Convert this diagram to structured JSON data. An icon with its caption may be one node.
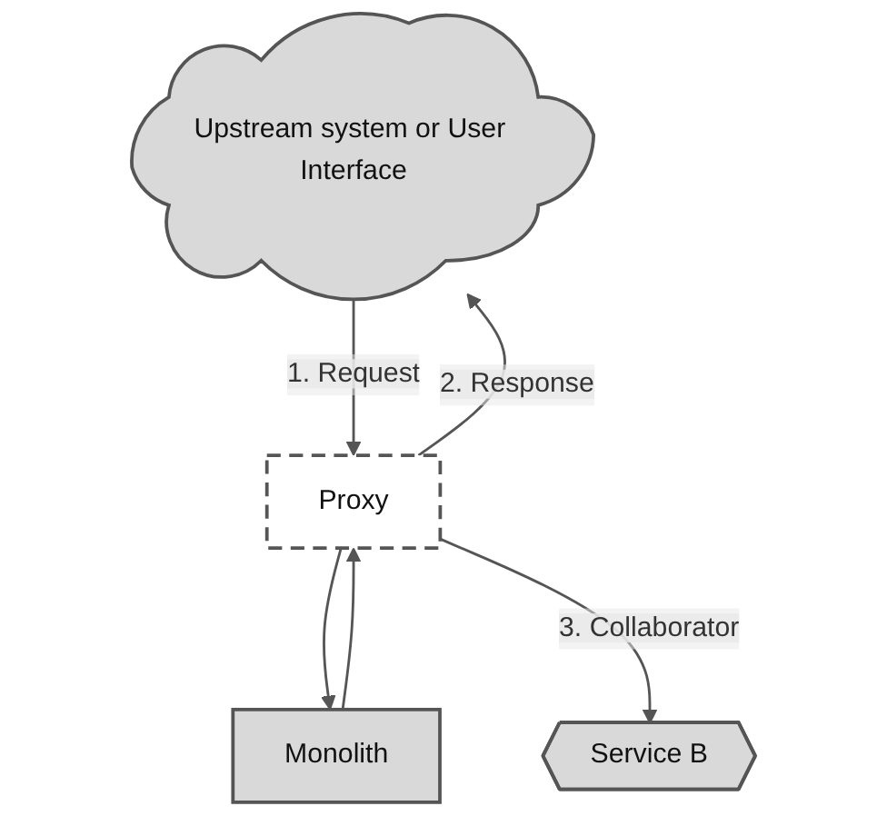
{
  "diagram": {
    "nodes": [
      {
        "text": [
          "Upstream system or User Interface"
        ]
      },
      {
        "text": [
          "Proxy"
        ]
      },
      {
        "text": [
          "Monolith"
        ]
      },
      {
        "text": [
          "Service B"
        ]
      }
    ],
    "edges": [
      {
        "from": 0,
        "to": 1,
        "arrow": "to",
        "label": "1. Request"
      },
      {
        "from": 1,
        "to": 0,
        "arrow": "to",
        "label": "2. Response"
      },
      {
        "from": 1,
        "to": 2,
        "arrow": "to"
      },
      {
        "from": 2,
        "to": 1,
        "arrow": "to"
      },
      {
        "from": 1,
        "to": 3,
        "arrow": "to",
        "label": "3. Collaborator"
      }
    ]
  }
}
